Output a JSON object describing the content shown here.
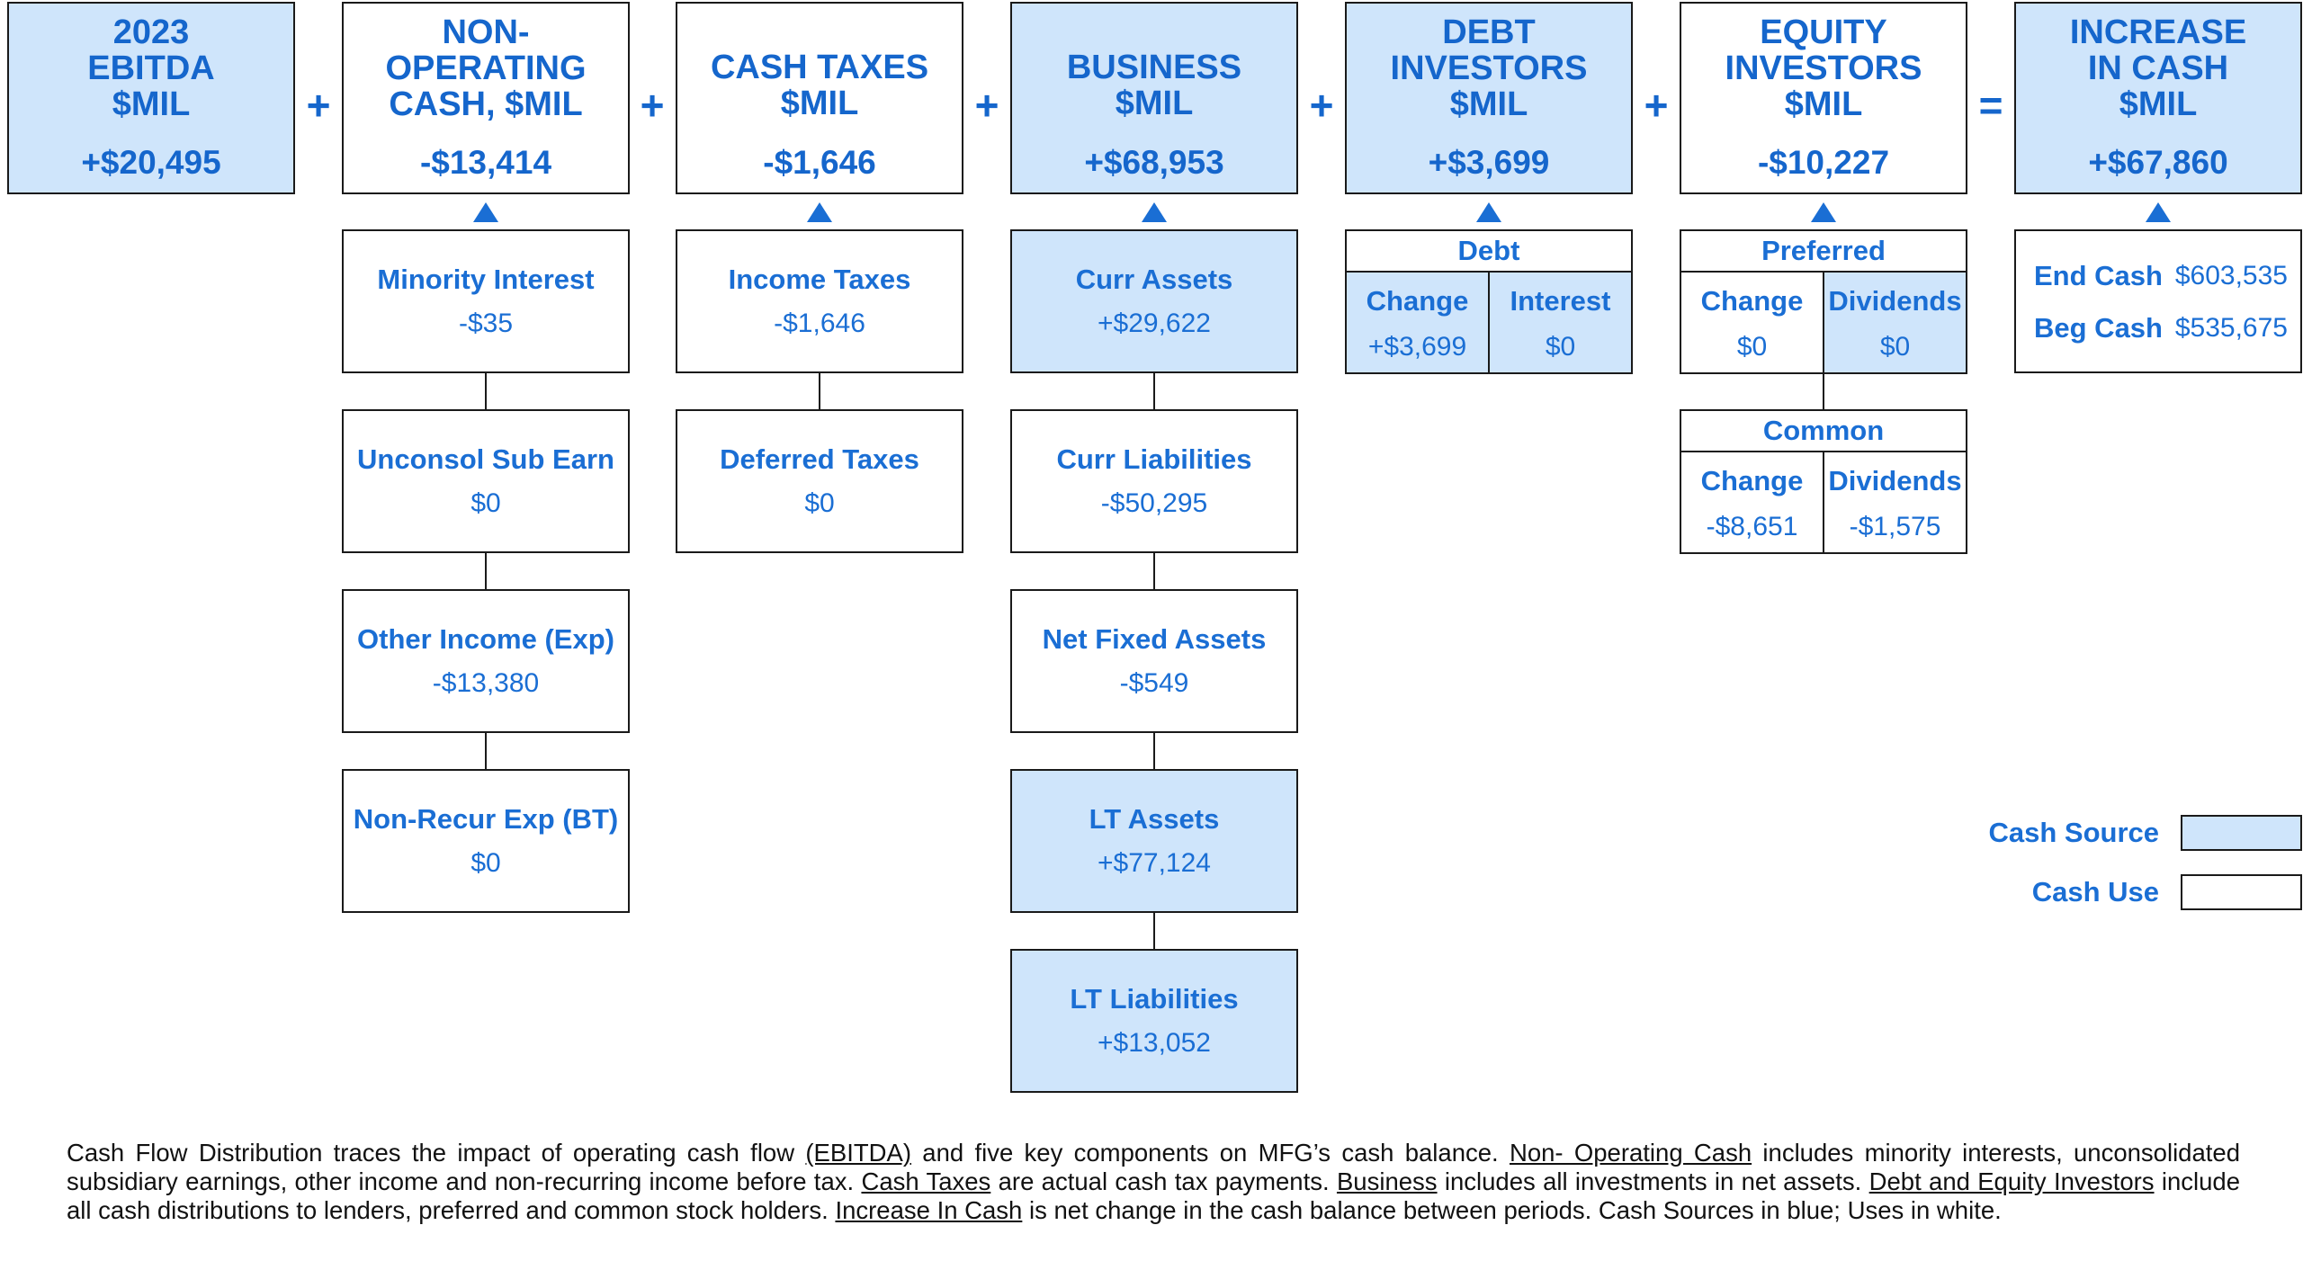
{
  "header_boxes": [
    {
      "title": [
        "2023",
        "EBITDA",
        "$MIL"
      ],
      "value": "+$20,495",
      "source": true
    },
    {
      "title": [
        "NON-",
        "OPERATING",
        "CASH, $MIL"
      ],
      "value": "-$13,414",
      "source": false
    },
    {
      "title": [
        "CASH TAXES",
        "$MIL"
      ],
      "value": "-$1,646",
      "source": false
    },
    {
      "title": [
        "BUSINESS",
        "$MIL"
      ],
      "value": "+$68,953",
      "source": true
    },
    {
      "title": [
        "DEBT",
        "INVESTORS",
        "$MIL"
      ],
      "value": "+$3,699",
      "source": true
    },
    {
      "title": [
        "EQUITY",
        "INVESTORS",
        "$MIL"
      ],
      "value": "-$10,227",
      "source": false
    },
    {
      "title": [
        "INCREASE",
        "IN CASH",
        "$MIL"
      ],
      "value": "+$67,860",
      "source": true
    }
  ],
  "operators": [
    "+",
    "+",
    "+",
    "+",
    "+",
    "="
  ],
  "non_operating": [
    {
      "label": "Minority Interest",
      "value": "-$35"
    },
    {
      "label": "Unconsol Sub Earn",
      "value": "$0"
    },
    {
      "label": "Other Income (Exp)",
      "value": "-$13,380"
    },
    {
      "label": "Non-Recur Exp (BT)",
      "value": "$0"
    }
  ],
  "cash_taxes": [
    {
      "label": "Income Taxes",
      "value": "-$1,646"
    },
    {
      "label": "Deferred Taxes",
      "value": "$0"
    }
  ],
  "business": [
    {
      "label": "Curr Assets",
      "value": "+$29,622",
      "source": true
    },
    {
      "label": "Curr Liabilities",
      "value": "-$50,295",
      "source": false
    },
    {
      "label": "Net Fixed Assets",
      "value": "-$549",
      "source": false
    },
    {
      "label": "LT Assets",
      "value": "+$77,124",
      "source": true
    },
    {
      "label": "LT Liabilities",
      "value": "+$13,052",
      "source": true
    }
  ],
  "debt": {
    "title": "Debt",
    "col1": {
      "label": "Change",
      "value": "+$3,699"
    },
    "col2": {
      "label": "Interest",
      "value": "$0"
    }
  },
  "preferred": {
    "title": "Preferred",
    "col1": {
      "label": "Change",
      "value": "$0"
    },
    "col2": {
      "label": "Dividends",
      "value": "$0"
    }
  },
  "common": {
    "title": "Common",
    "col1": {
      "label": "Change",
      "value": "-$8,651"
    },
    "col2": {
      "label": "Dividends",
      "value": "-$1,575"
    }
  },
  "cash": {
    "end_label": "End Cash",
    "end_value": "$603,535",
    "beg_label": "Beg Cash",
    "beg_value": "$535,675"
  },
  "legend": {
    "source_label": "Cash Source",
    "use_label": "Cash Use"
  },
  "colors": {
    "source_fill": "#cfe5fb",
    "use_fill": "#ffffff",
    "text_blue": "#1a6ed4",
    "border": "#1a1a1a"
  },
  "footnote": {
    "t1": "Cash Flow Distribution traces the impact of operating cash flow ",
    "u1": "(EBITDA)",
    "t2": " and five key components on MFG’s cash balance. ",
    "u2": "Non- Operating Cash",
    "t3": " includes minority interests, unconsolidated subsidiary earnings, other income and non-recurring income before tax. ",
    "u3": "Cash Taxes",
    "t4": " are actual cash tax payments. ",
    "u4": "Business",
    "t5": " includes all investments in net assets. ",
    "u5": "Debt and Equity Investors",
    "t6": " include all cash distributions to lenders, preferred and common stock holders. ",
    "u6": "Increase In Cash",
    "t7": " is net change in the cash balance between periods. Cash Sources in blue; Uses in white."
  }
}
